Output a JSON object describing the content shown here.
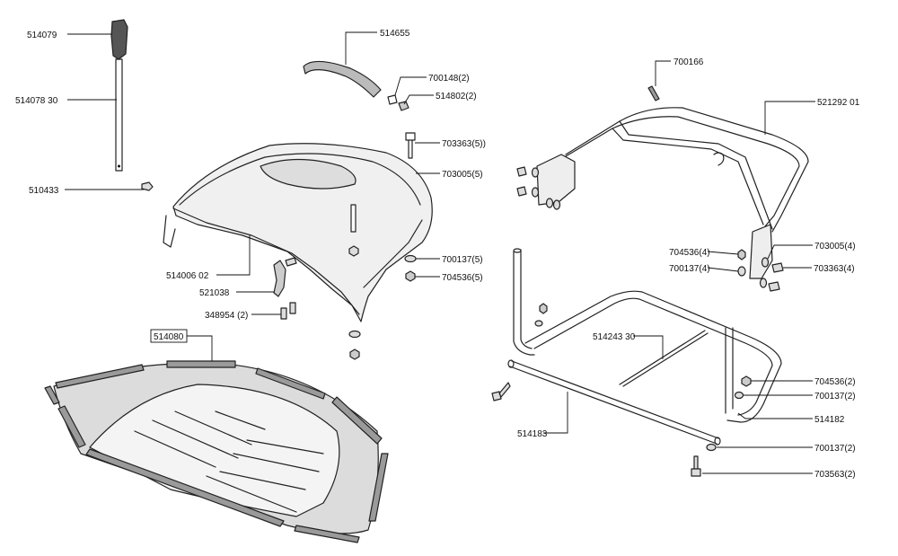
{
  "labels": {
    "p514079": "514079",
    "p514078": "514078 30",
    "p510433": "510433",
    "p514655": "514655",
    "p700148": "700148(2)",
    "p514802": "514802(2)",
    "p703363a": "703363(5))",
    "p703005a": "703005(5)",
    "p700137a": "700137(5)",
    "p704536a": "704536(5)",
    "p514006": "514006 02",
    "p521038": "521038",
    "p348954": "348954 (2)",
    "p514080": "514080",
    "p700166": "700166",
    "p521292": "521292 01",
    "p704536b": "704536(4)",
    "p700137b": "700137(4)",
    "p703005b": "703005(4)",
    "p703363b": "703363(4)",
    "p514243": "514243 30",
    "p704536c": "704536(2)",
    "p700137c": "700137(2)",
    "p514182": "514182",
    "p514183": "514183",
    "p700137d": "700137(2)",
    "p703563": "703563(2)"
  },
  "colors": {
    "ink": "#222222",
    "hood_fill": "#f0f0f0",
    "grip_fill": "#555555",
    "mat_fill": "#dcdcdc",
    "mat_inner": "#f4f4f4",
    "rail_fill": "#9a9a9a"
  }
}
